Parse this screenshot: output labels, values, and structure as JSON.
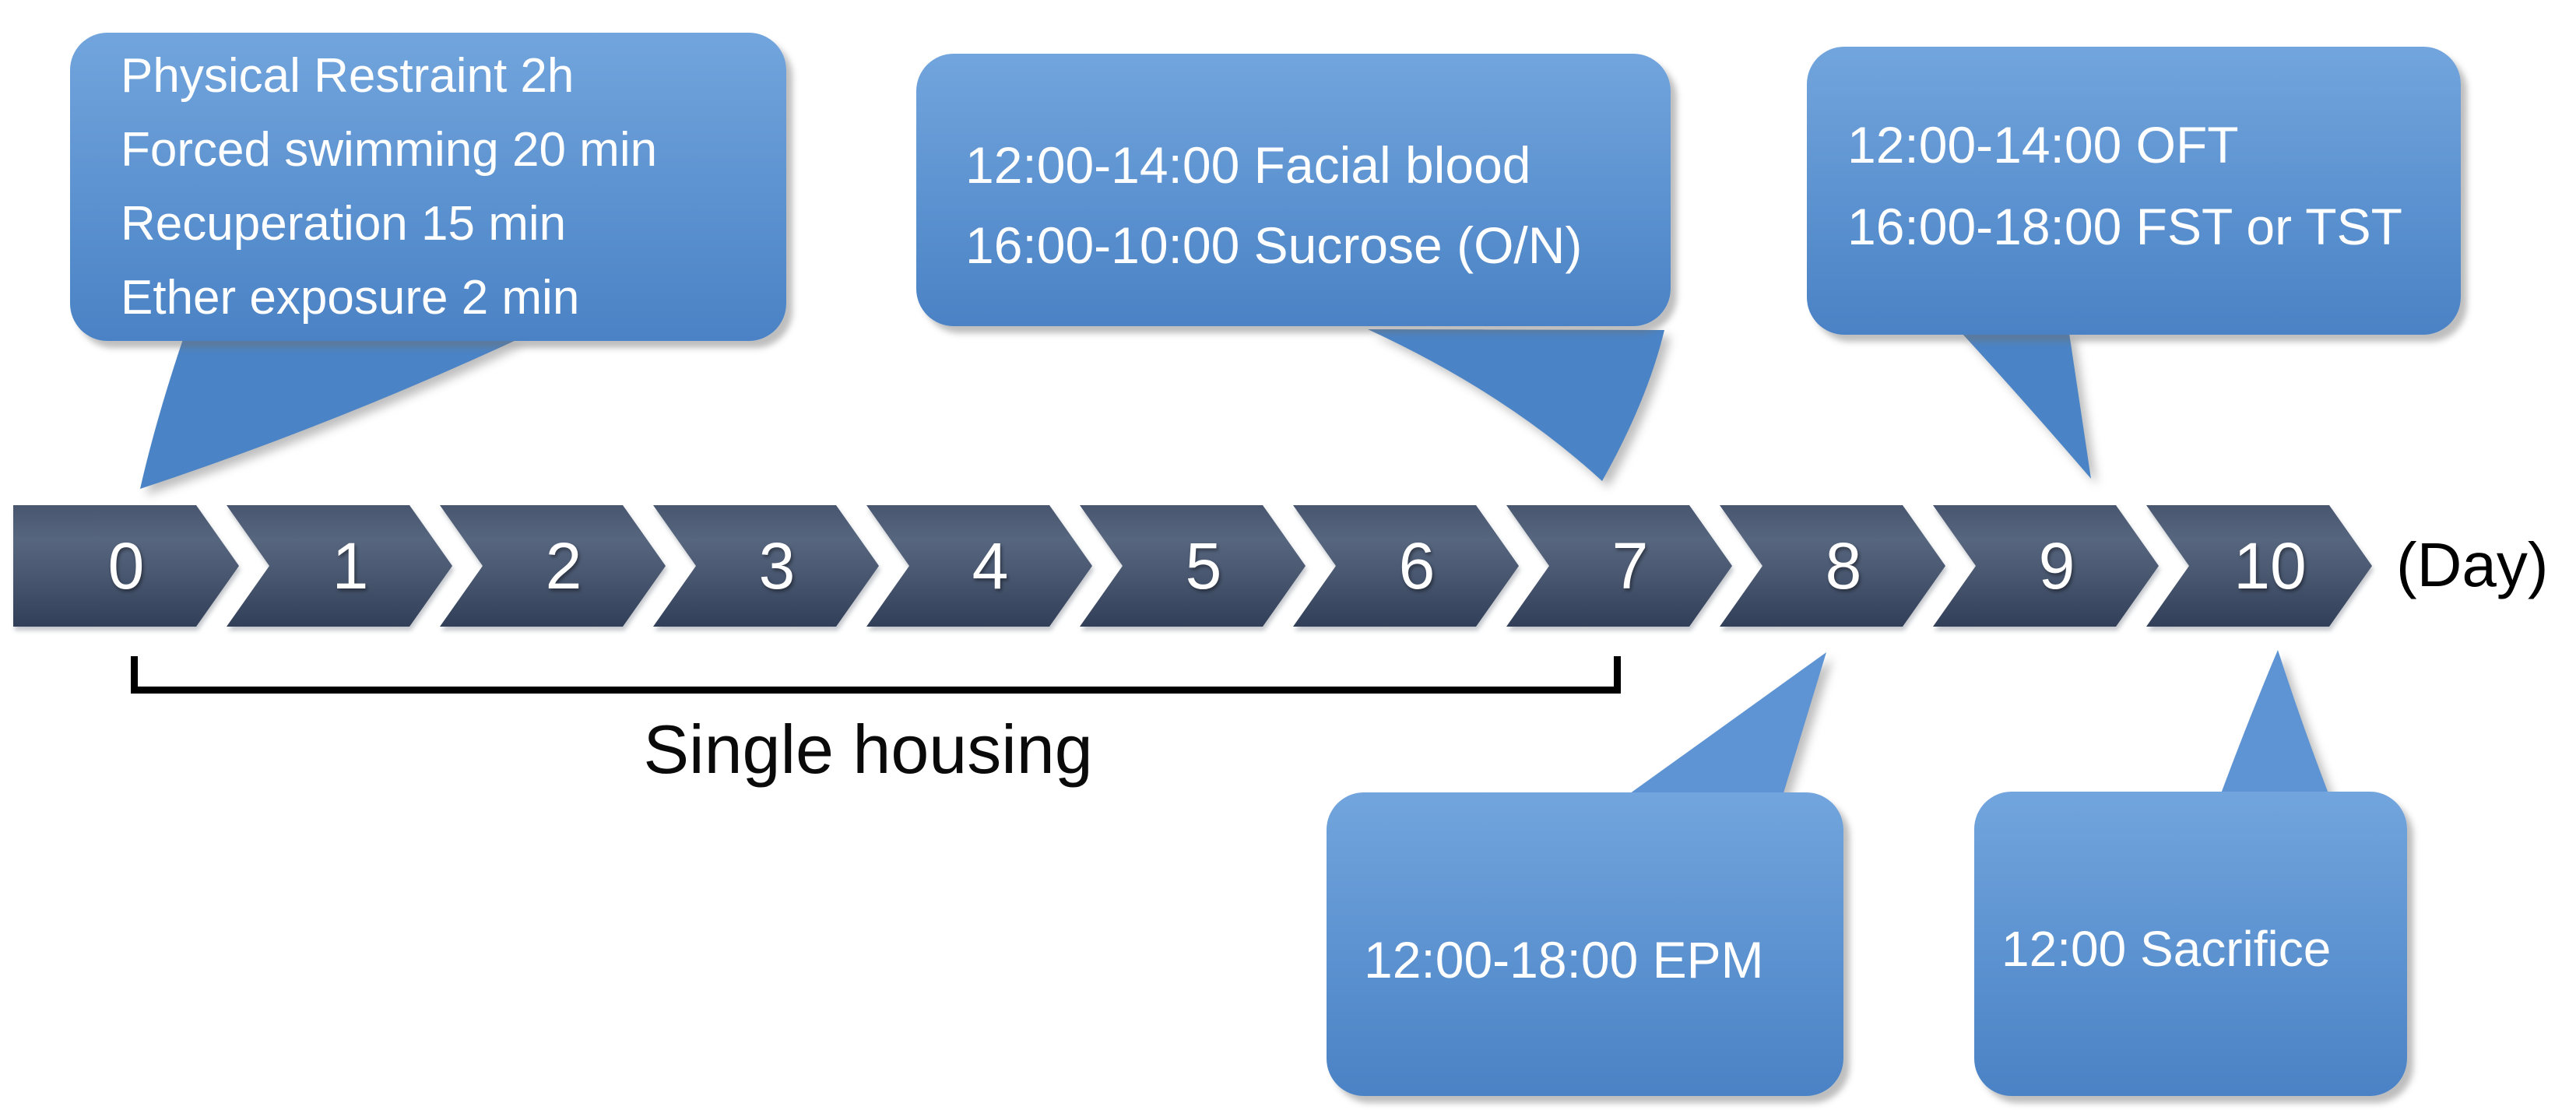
{
  "timeline": {
    "days": [
      "0",
      "1",
      "2",
      "3",
      "4",
      "5",
      "6",
      "7",
      "8",
      "9",
      "10"
    ],
    "axis_label": "(Day)"
  },
  "bracket": {
    "label": "Single housing"
  },
  "callouts": {
    "stress_protocol": {
      "lines": [
        "Physical Restraint 2h",
        "Forced swimming 20 min",
        "Recuperation 15 min",
        "Ether exposure 2 min"
      ]
    },
    "blood_sucrose": {
      "lines": [
        "12:00-14:00 Facial blood",
        "16:00-10:00 Sucrose (O/N)"
      ]
    },
    "oft_fst_tst": {
      "lines": [
        "12:00-14:00 OFT",
        "16:00-18:00 FST or TST"
      ]
    },
    "epm": {
      "lines": [
        "12:00-18:00 EPM"
      ]
    },
    "sacrifice": {
      "lines": [
        "12:00 Sacrifice"
      ]
    }
  },
  "colors": {
    "bubble_top": "#72a5dd",
    "bubble_bottom": "#4a82c5",
    "chevron_light": "#57667f",
    "chevron_dark": "#323f58",
    "bubble_text": "#ffffff",
    "day_text": "#ffffff",
    "bracket": "#000000",
    "axis_text": "#000000"
  }
}
